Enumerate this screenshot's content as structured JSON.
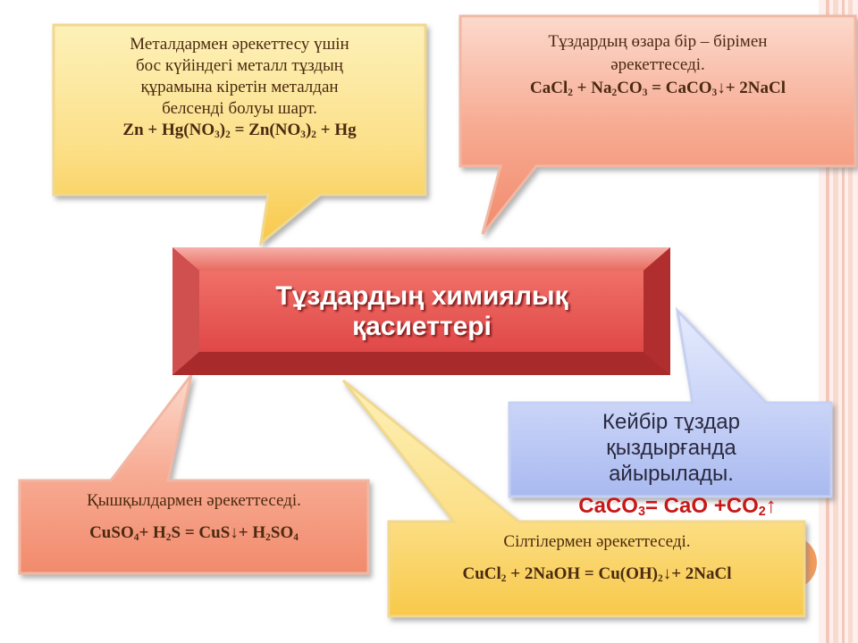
{
  "title": {
    "line1": "Тұздардың химиялық",
    "line2": "қасиеттері"
  },
  "callouts": {
    "metals": {
      "lines": [
        "Металдармен әрекеттесу үшін",
        "бос күйіндегі металл тұздың",
        "құрамына кіретін металдан",
        "белсенді болуы шарт."
      ],
      "equation": "Zn + Hg(NO3)2 = Zn(NO3)2 + Hg"
    },
    "salts": {
      "lines": [
        "Тұздардың өзара бір – бірімен",
        "әрекеттеседі."
      ],
      "equation": "CaCl2 + Na2CO3 = CaCO3↓+ 2NaCl"
    },
    "heating": {
      "lines": [
        "Кейбір тұздар",
        "қыздырғанда",
        "айырылады."
      ],
      "equation": "CaCO3= CaO +CO2↑"
    },
    "acids": {
      "lines": [
        "Қышқылдармен әрекеттеседі."
      ],
      "equation": "CuSO4+ H2S = CuS↓+ H2SO4"
    },
    "alkalis": {
      "lines": [
        "Сілтілермен әрекеттеседі."
      ],
      "equation": "CuCl2 + 2NaOH = Cu(OH)2↓+ 2NaCl"
    }
  },
  "colors": {
    "yellow": "#fbd46a",
    "salmon": "#f4907a",
    "blue": "#b8c6f4",
    "title_red": "#e85050"
  }
}
